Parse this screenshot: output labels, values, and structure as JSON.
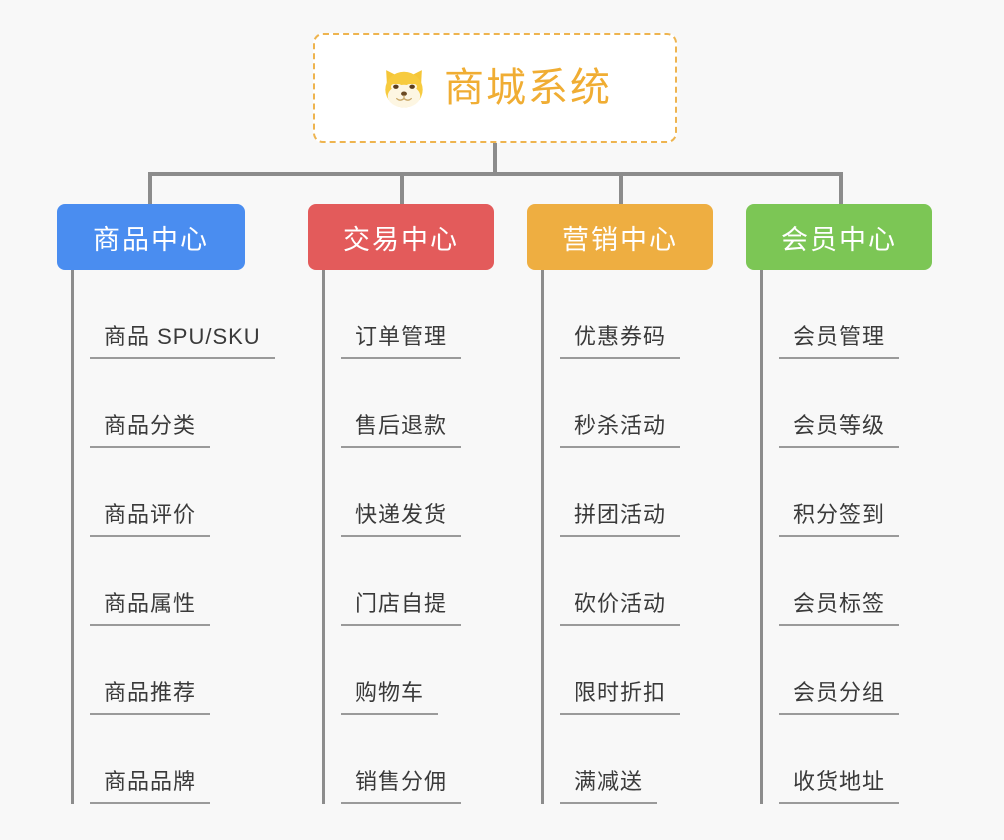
{
  "page": {
    "background_color": "#f8f8f8",
    "connector_color": "#8c8c8c"
  },
  "root": {
    "title": "商城系统",
    "icon": "shiba-dog-face-icon",
    "text_color": "#f0ad33",
    "border_color": "#eeb44f",
    "background_color": "#ffffff"
  },
  "branches": [
    {
      "label": "商品中心",
      "color": "#4a8df0",
      "items": [
        "商品 SPU/SKU",
        "商品分类",
        "商品评价",
        "商品属性",
        "商品推荐",
        "商品品牌"
      ]
    },
    {
      "label": "交易中心",
      "color": "#e35b5b",
      "items": [
        "订单管理",
        "售后退款",
        "快递发货",
        "门店自提",
        "购物车",
        "销售分佣"
      ]
    },
    {
      "label": "营销中心",
      "color": "#eeae41",
      "items": [
        "优惠券码",
        "秒杀活动",
        "拼团活动",
        "砍价活动",
        "限时折扣",
        "满减送"
      ]
    },
    {
      "label": "会员中心",
      "color": "#7cc655",
      "items": [
        "会员管理",
        "会员等级",
        "积分签到",
        "会员标签",
        "会员分组",
        "收货地址"
      ]
    }
  ]
}
